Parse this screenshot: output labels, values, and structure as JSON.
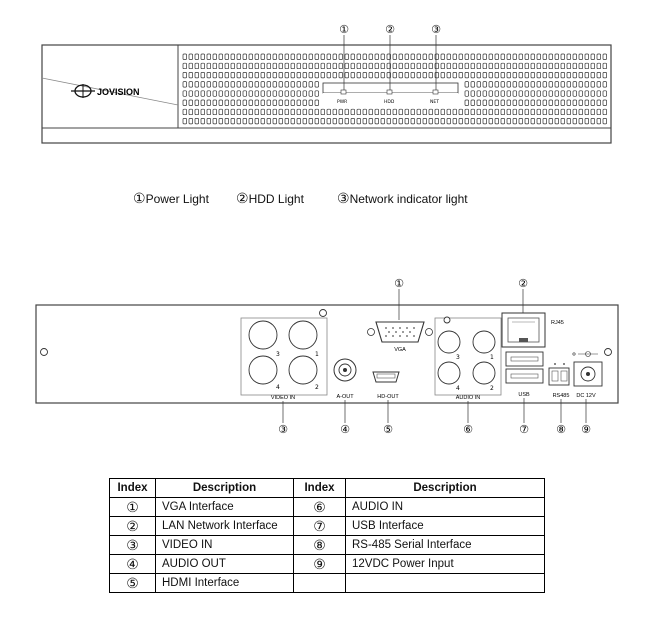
{
  "front_panel": {
    "brand": "JOVISION",
    "callouts": [
      "①",
      "②",
      "③"
    ],
    "indicators": [
      "PWR",
      "HDD",
      "NET"
    ]
  },
  "legend": [
    {
      "num": "①",
      "label": "Power Light"
    },
    {
      "num": "②",
      "label": "HDD Light"
    },
    {
      "num": "③",
      "label": "Network indicator light"
    }
  ],
  "rear_panel": {
    "labels": {
      "video_in": "VIDEO IN",
      "a_out": "A-OUT",
      "hd_out": "HD-OUT",
      "vga": "VGA",
      "audio_in": "AUDIO IN",
      "rj45": "RJ45",
      "usb": "USB",
      "rs485": "RS485",
      "dc": "DC 12V"
    },
    "video_ports": [
      "3",
      "1",
      "4",
      "2"
    ],
    "audio_ports": [
      "3",
      "1",
      "4",
      "2"
    ],
    "callouts": [
      "①",
      "②",
      "③",
      "④",
      "⑤",
      "⑥",
      "⑦",
      "⑧",
      "⑨"
    ]
  },
  "table": {
    "headers": [
      "Index",
      "Description",
      "Index",
      "Description"
    ],
    "rows": [
      {
        "i1": "①",
        "d1": "VGA Interface",
        "i2": "⑥",
        "d2": "AUDIO IN"
      },
      {
        "i1": "②",
        "d1": "LAN Network Interface",
        "i2": "⑦",
        "d2": "USB    Interface"
      },
      {
        "i1": "③",
        "d1": "VIDEO IN",
        "i2": "⑧",
        "d2": "RS-485 Serial Interface"
      },
      {
        "i1": "④",
        "d1": "AUDIO OUT",
        "i2": "⑨",
        "d2": "12VDC Power Input"
      },
      {
        "i1": "⑤",
        "d1": "HDMI    Interface",
        "i2": "",
        "d2": ""
      }
    ]
  }
}
